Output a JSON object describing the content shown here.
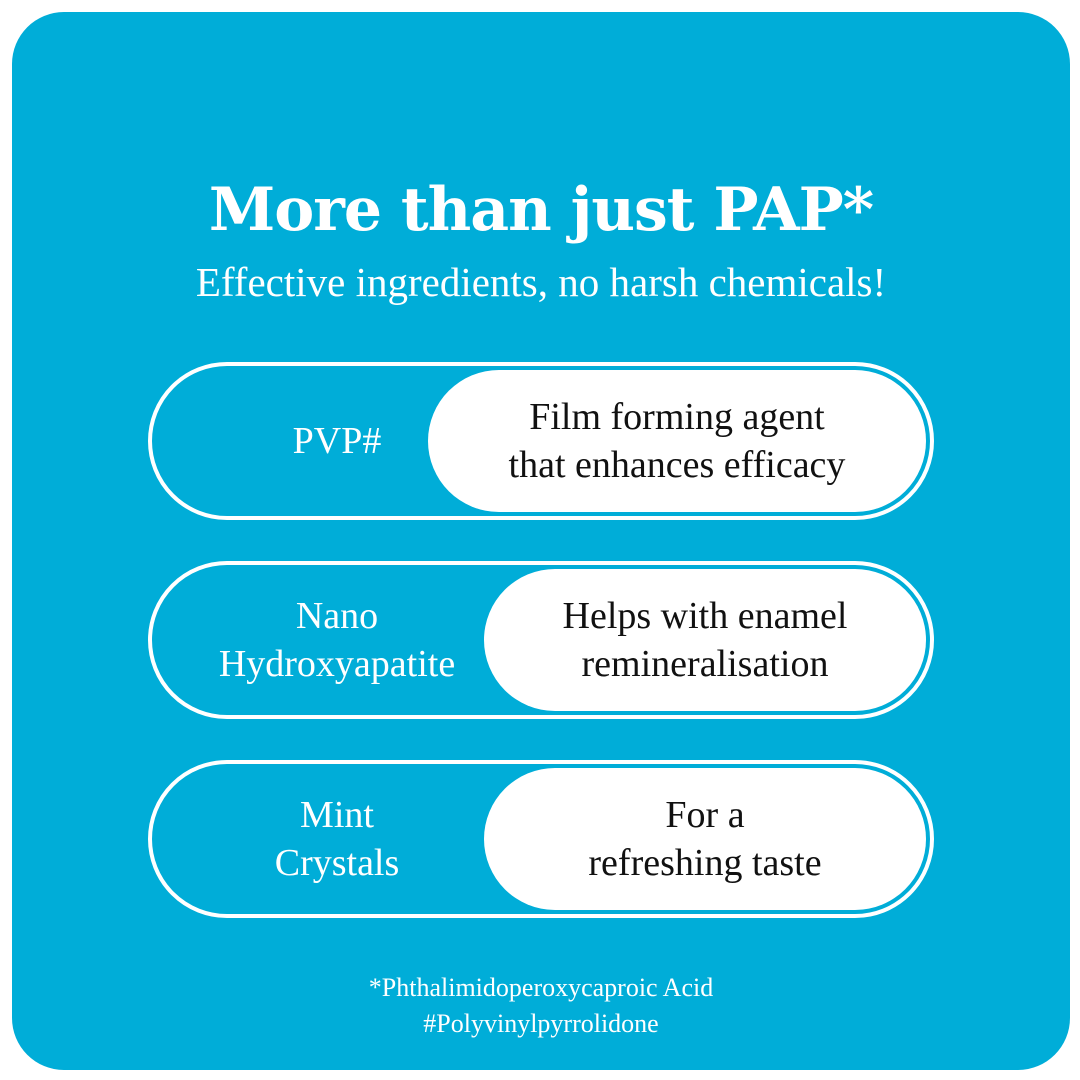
{
  "colors": {
    "background": "#00ADD8",
    "foreground": "#FFFFFF",
    "description_text": "#111111"
  },
  "header": {
    "title": "More than just PAP*",
    "subtitle": "Effective ingredients, no harsh chemicals!"
  },
  "ingredients": [
    {
      "name": "PVP#",
      "description": "Film forming agent\nthat enhances efficacy"
    },
    {
      "name": "Nano\nHydroxyapatite",
      "description": "Helps with enamel\nremineralisation"
    },
    {
      "name": "Mint\nCrystals",
      "description": "For a\nrefreshing taste"
    }
  ],
  "footnotes": [
    "*Phthalimidoperoxycaproic Acid",
    "#Polyvinylpyrrolidone"
  ]
}
